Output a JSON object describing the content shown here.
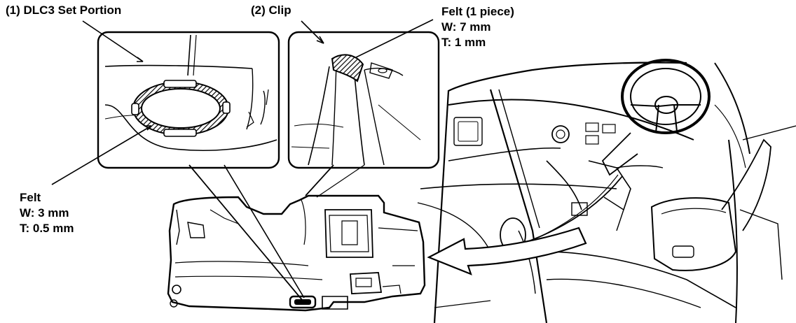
{
  "labels": {
    "dlc3_set_portion": "(1) DLC3 Set Portion",
    "clip": "(2) Clip",
    "felt_1_piece": {
      "title": "Felt (1 piece)",
      "width": "W: 7 mm",
      "thickness": "T: 1 mm"
    },
    "felt_dlc3": {
      "title": "Felt",
      "width": "W: 3 mm",
      "thickness": "T: 0.5 mm"
    }
  },
  "colors": {
    "ink": "#000000",
    "paper": "#ffffff",
    "hatch": "#000000"
  }
}
